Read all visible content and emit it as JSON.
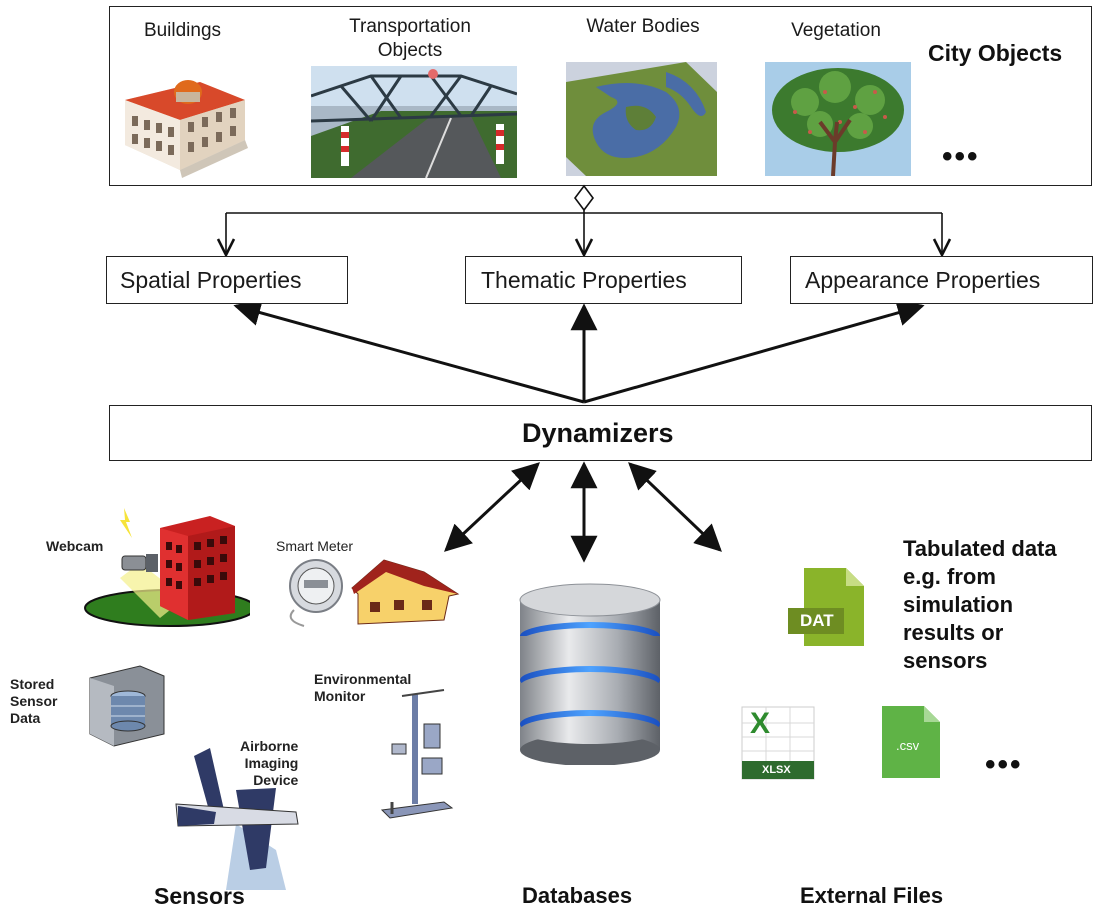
{
  "city_objects": {
    "title": "City Objects",
    "items": [
      {
        "label": "Buildings"
      },
      {
        "label": "Transportation\nObjects"
      },
      {
        "label": "Water Bodies"
      },
      {
        "label": "Vegetation"
      }
    ],
    "more": "•••"
  },
  "properties": {
    "spatial": "Spatial Properties",
    "thematic": "Thematic Properties",
    "appearance": "Appearance Properties"
  },
  "dynamizers": {
    "label": "Dynamizers"
  },
  "sensors": {
    "category": "Sensors",
    "webcam": "Webcam",
    "smart_meter": "Smart Meter",
    "stored_sensor_data": "Stored\nSensor\nData",
    "environmental_monitor": "Environmental\nMonitor",
    "airborne_imaging_device": "Airborne\nImaging\nDevice"
  },
  "databases": {
    "category": "Databases"
  },
  "external_files": {
    "category": "External Files",
    "description": "Tabulated data\ne.g. from\nsimulation\nresults or\nsensors",
    "dat_label": "DAT",
    "xlsx_label": "XLSX",
    "csv_label": ".csv",
    "more": "•••"
  }
}
